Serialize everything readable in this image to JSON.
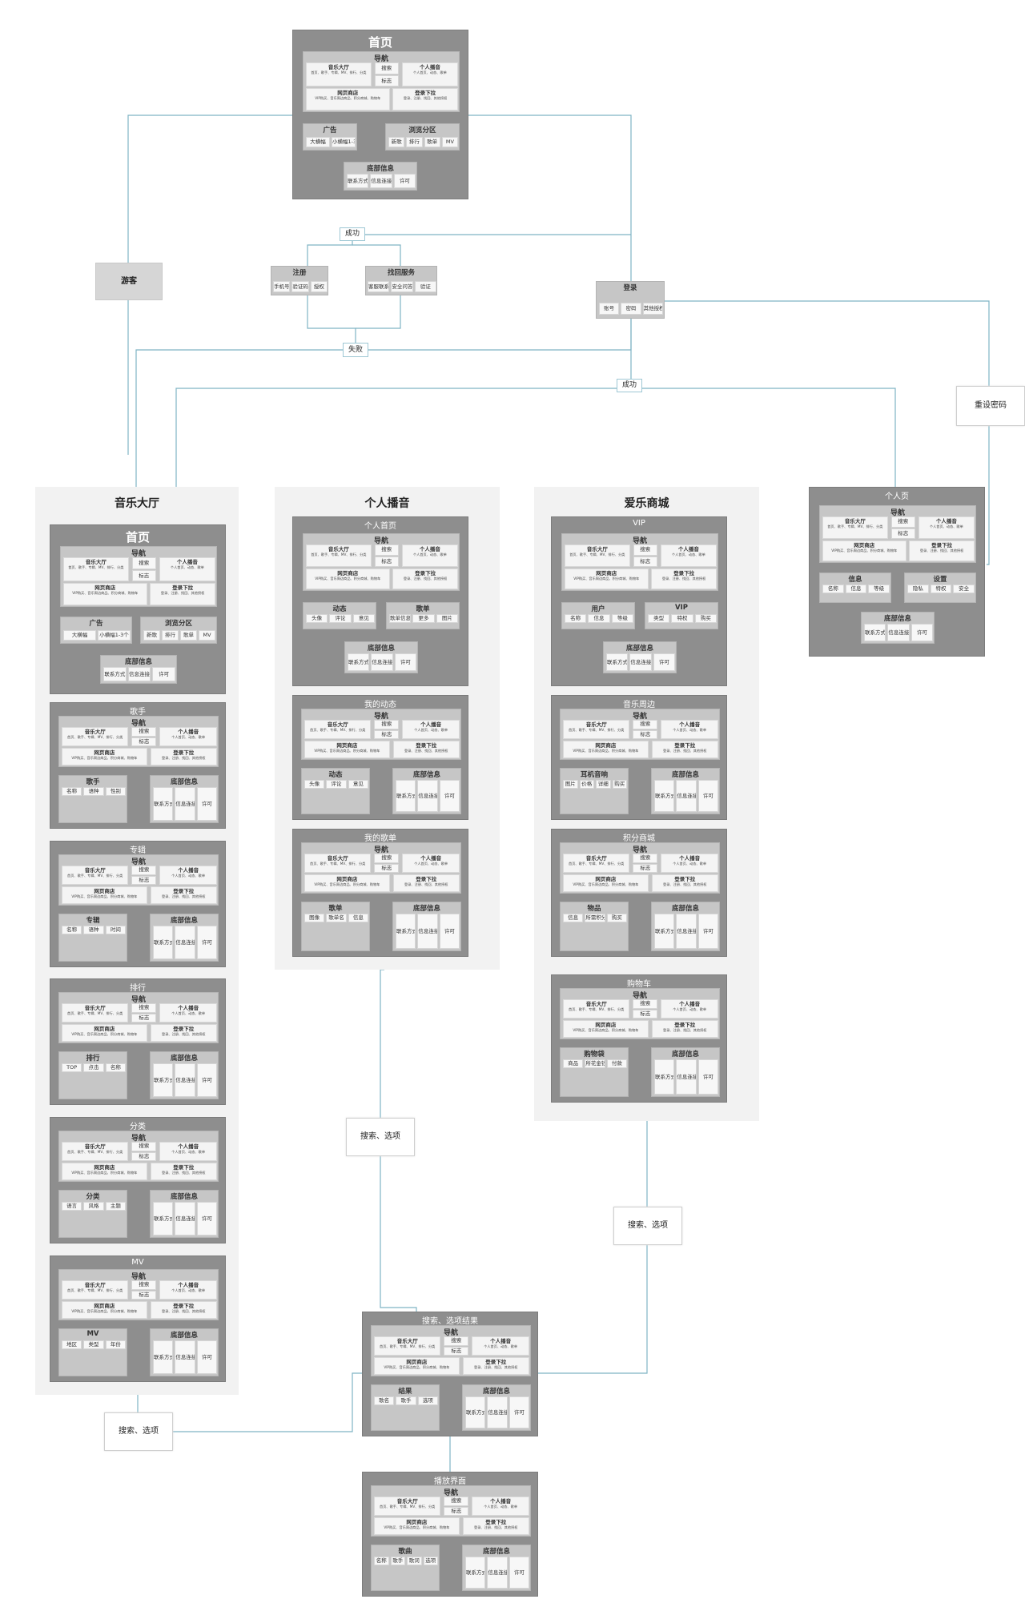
{
  "nav": {
    "title": "导航",
    "music_hall": {
      "title": "音乐大厅",
      "sub": "首页、歌手、专辑、MV、排行、分类"
    },
    "search": "搜索",
    "logo": "标志",
    "personal": {
      "title": "个人播音",
      "sub": "个人首页、动态、歌单"
    },
    "shop": {
      "title": "网页商店",
      "sub": "VIP购买、音乐周边商品、积分商城、购物车"
    },
    "login_menu": {
      "title": "登录下拉",
      "sub": "登录、注册、找回、其他授权"
    }
  },
  "footer": {
    "title": "底部信息",
    "chips": [
      "联系方式",
      "信息连接",
      "许可"
    ]
  },
  "home": {
    "title": "首页",
    "ad": {
      "title": "广告",
      "chips": [
        "大横幅",
        "小横幅1-3个"
      ]
    },
    "browse": {
      "title": "浏览分区",
      "chips": [
        "新歌",
        "排行",
        "歌单",
        "MV"
      ]
    }
  },
  "flow": {
    "guest": "游客",
    "success1": "成功",
    "fail": "失败",
    "success2": "成功",
    "reset": "重设密码",
    "register": {
      "title": "注册",
      "chips": [
        "手机号",
        "验证码",
        "授权"
      ]
    },
    "recover": {
      "title": "找回服务",
      "chips": [
        "客服联系",
        "安全问答",
        "验证"
      ]
    },
    "login": {
      "title": "登录",
      "chips": [
        "账号",
        "密码",
        "其他授权"
      ]
    },
    "search_opt": "搜索、选项"
  },
  "hall": {
    "title": "音乐大厅",
    "singer": {
      "title": "歌手",
      "section": {
        "title": "歌手",
        "chips": [
          "名称",
          "语种",
          "性别"
        ]
      }
    },
    "album": {
      "title": "专辑",
      "section": {
        "title": "专辑",
        "chips": [
          "名称",
          "语种",
          "时间"
        ]
      }
    },
    "rank": {
      "title": "排行",
      "section": {
        "title": "排行",
        "chips": [
          "TOP",
          "点击",
          "名称"
        ]
      }
    },
    "category": {
      "title": "分类",
      "section": {
        "title": "分类",
        "chips": [
          "语言",
          "风格",
          "主题"
        ]
      }
    },
    "mv": {
      "title": "MV",
      "section": {
        "title": "MV",
        "chips": [
          "地区",
          "类型",
          "年份"
        ]
      }
    }
  },
  "personal": {
    "title": "个人播音",
    "home": {
      "title": "个人首页",
      "dyn": {
        "title": "动态",
        "chips": [
          "头像",
          "评论",
          "意见"
        ]
      },
      "list": {
        "title": "歌单",
        "chips": [
          "歌单信息",
          "更多",
          "图片"
        ]
      }
    },
    "dynamic": {
      "title": "我的动态",
      "section": {
        "title": "动态",
        "chips": [
          "头像",
          "评论",
          "意见"
        ]
      }
    },
    "songlist": {
      "title": "我的歌单",
      "section": {
        "title": "歌单",
        "chips": [
          "图像",
          "歌单名",
          "信息"
        ]
      }
    }
  },
  "mall": {
    "title": "爱乐商城",
    "vip": {
      "title": "VIP",
      "user": {
        "title": "用户",
        "chips": [
          "名称",
          "信息",
          "等级"
        ]
      },
      "vipsec": {
        "title": "VIP",
        "chips": [
          "类型",
          "特权",
          "购买"
        ]
      }
    },
    "around": {
      "title": "音乐周边",
      "section": {
        "title": "耳机音响",
        "chips": [
          "图片",
          "价格",
          "详细",
          "购买"
        ]
      }
    },
    "points": {
      "title": "积分商城",
      "section": {
        "title": "物品",
        "chips": [
          "信息",
          "所需积分",
          "购买"
        ]
      }
    },
    "cart": {
      "title": "购物车",
      "section": {
        "title": "购物袋",
        "chips": [
          "商品",
          "所花金钱",
          "付款"
        ]
      }
    }
  },
  "profile": {
    "title": "个人页",
    "info": {
      "title": "信息",
      "chips": [
        "名称",
        "信息",
        "等级"
      ]
    },
    "settings": {
      "title": "设置",
      "chips": [
        "隐私",
        "特权",
        "安全"
      ]
    }
  },
  "result": {
    "title": "搜索、选项结果",
    "section": {
      "title": "结果",
      "chips": [
        "歌名",
        "歌手",
        "选项"
      ]
    }
  },
  "player": {
    "title": "播放界面",
    "section": {
      "title": "歌曲",
      "chips": [
        "名称",
        "歌手",
        "歌词",
        "选项"
      ]
    }
  }
}
